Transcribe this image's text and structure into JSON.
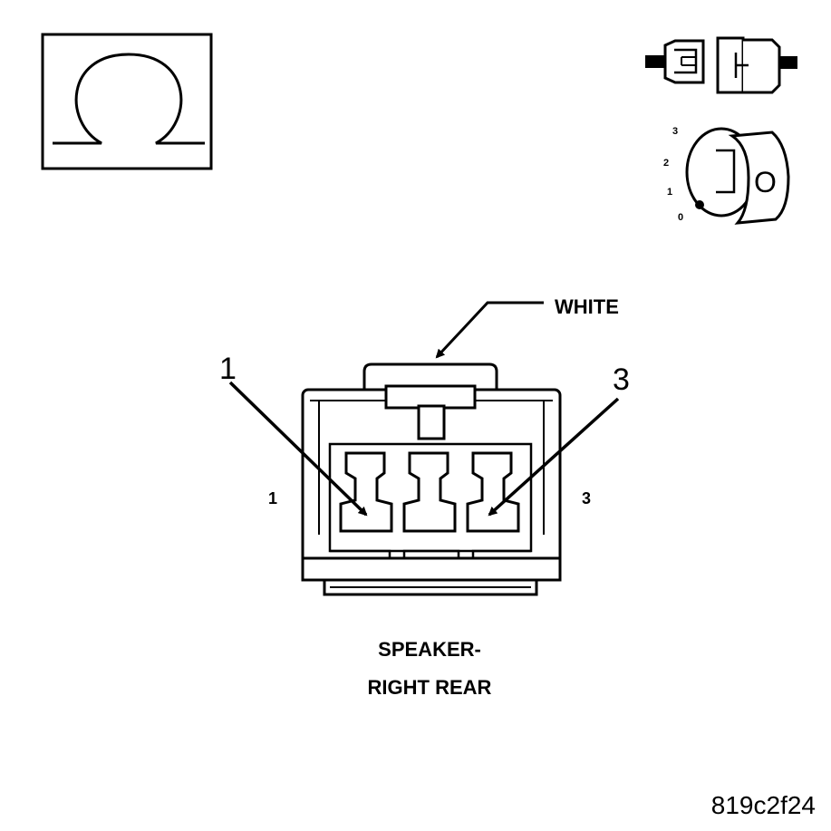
{
  "symbols": {
    "ohm_icon": "ohm-icon",
    "disconnect_icon": "connector-disconnect-icon",
    "ignition_icon": "ignition-key-off-icon",
    "ignition_positions": [
      "3",
      "2",
      "1",
      "0"
    ],
    "ignition_key_label": "O"
  },
  "connector": {
    "color_label": "WHITE",
    "callout_left": "1",
    "callout_right": "3",
    "pin_left": "1",
    "pin_right": "3"
  },
  "caption": {
    "line1": "SPEAKER-",
    "line2": "RIGHT REAR"
  },
  "figure_id": "819c2f24"
}
